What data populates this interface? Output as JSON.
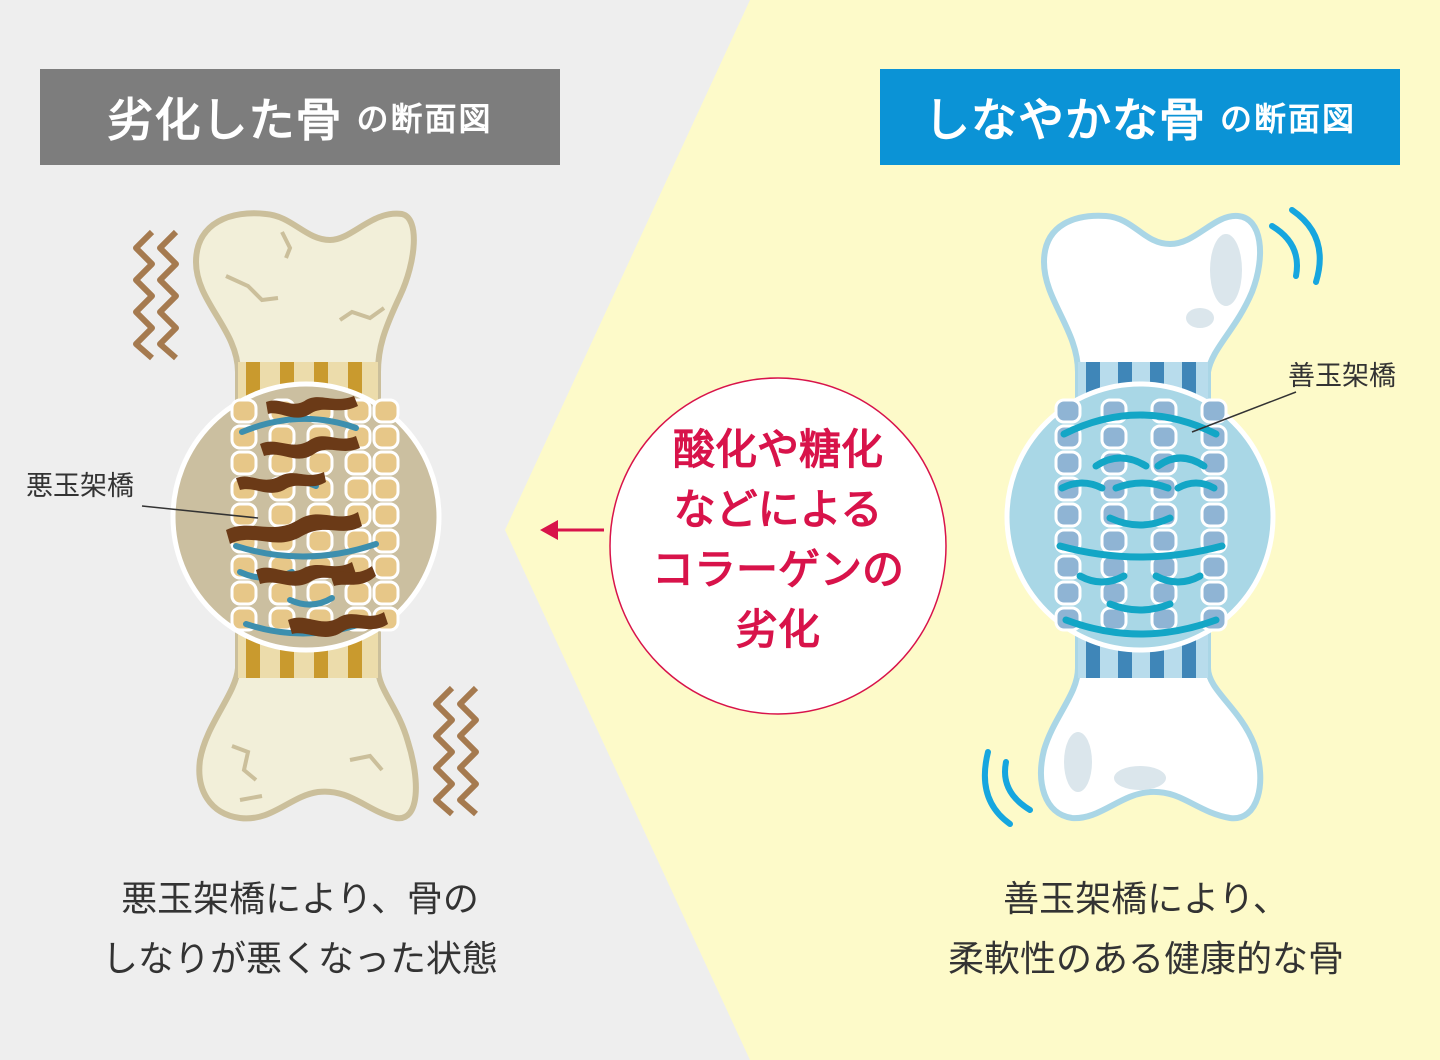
{
  "left": {
    "title_main": "劣化した骨",
    "title_sub": "の断面図",
    "label": "悪玉架橋",
    "caption_line1": "悪玉架橋により、骨の",
    "caption_line2": "しなりが悪くなった状態"
  },
  "right": {
    "title_main": "しなやかな骨",
    "title_sub": "の断面図",
    "label": "善玉架橋",
    "caption_line1": "善玉架橋により、",
    "caption_line2": "柔軟性のある健康的な骨"
  },
  "center": {
    "line1": "酸化や糖化",
    "line2": "などによる",
    "line3": "コラーゲンの",
    "line4": "劣化"
  },
  "colors": {
    "left_bg": "#eeeeee",
    "right_bg": "#fdfac9",
    "left_title_bg": "#7d7d7d",
    "right_title_bg": "#0b93d6",
    "accent_pink": "#d8134a",
    "bad_crosslink": "#6b3a17",
    "good_crosslink": "#13a6c6"
  }
}
